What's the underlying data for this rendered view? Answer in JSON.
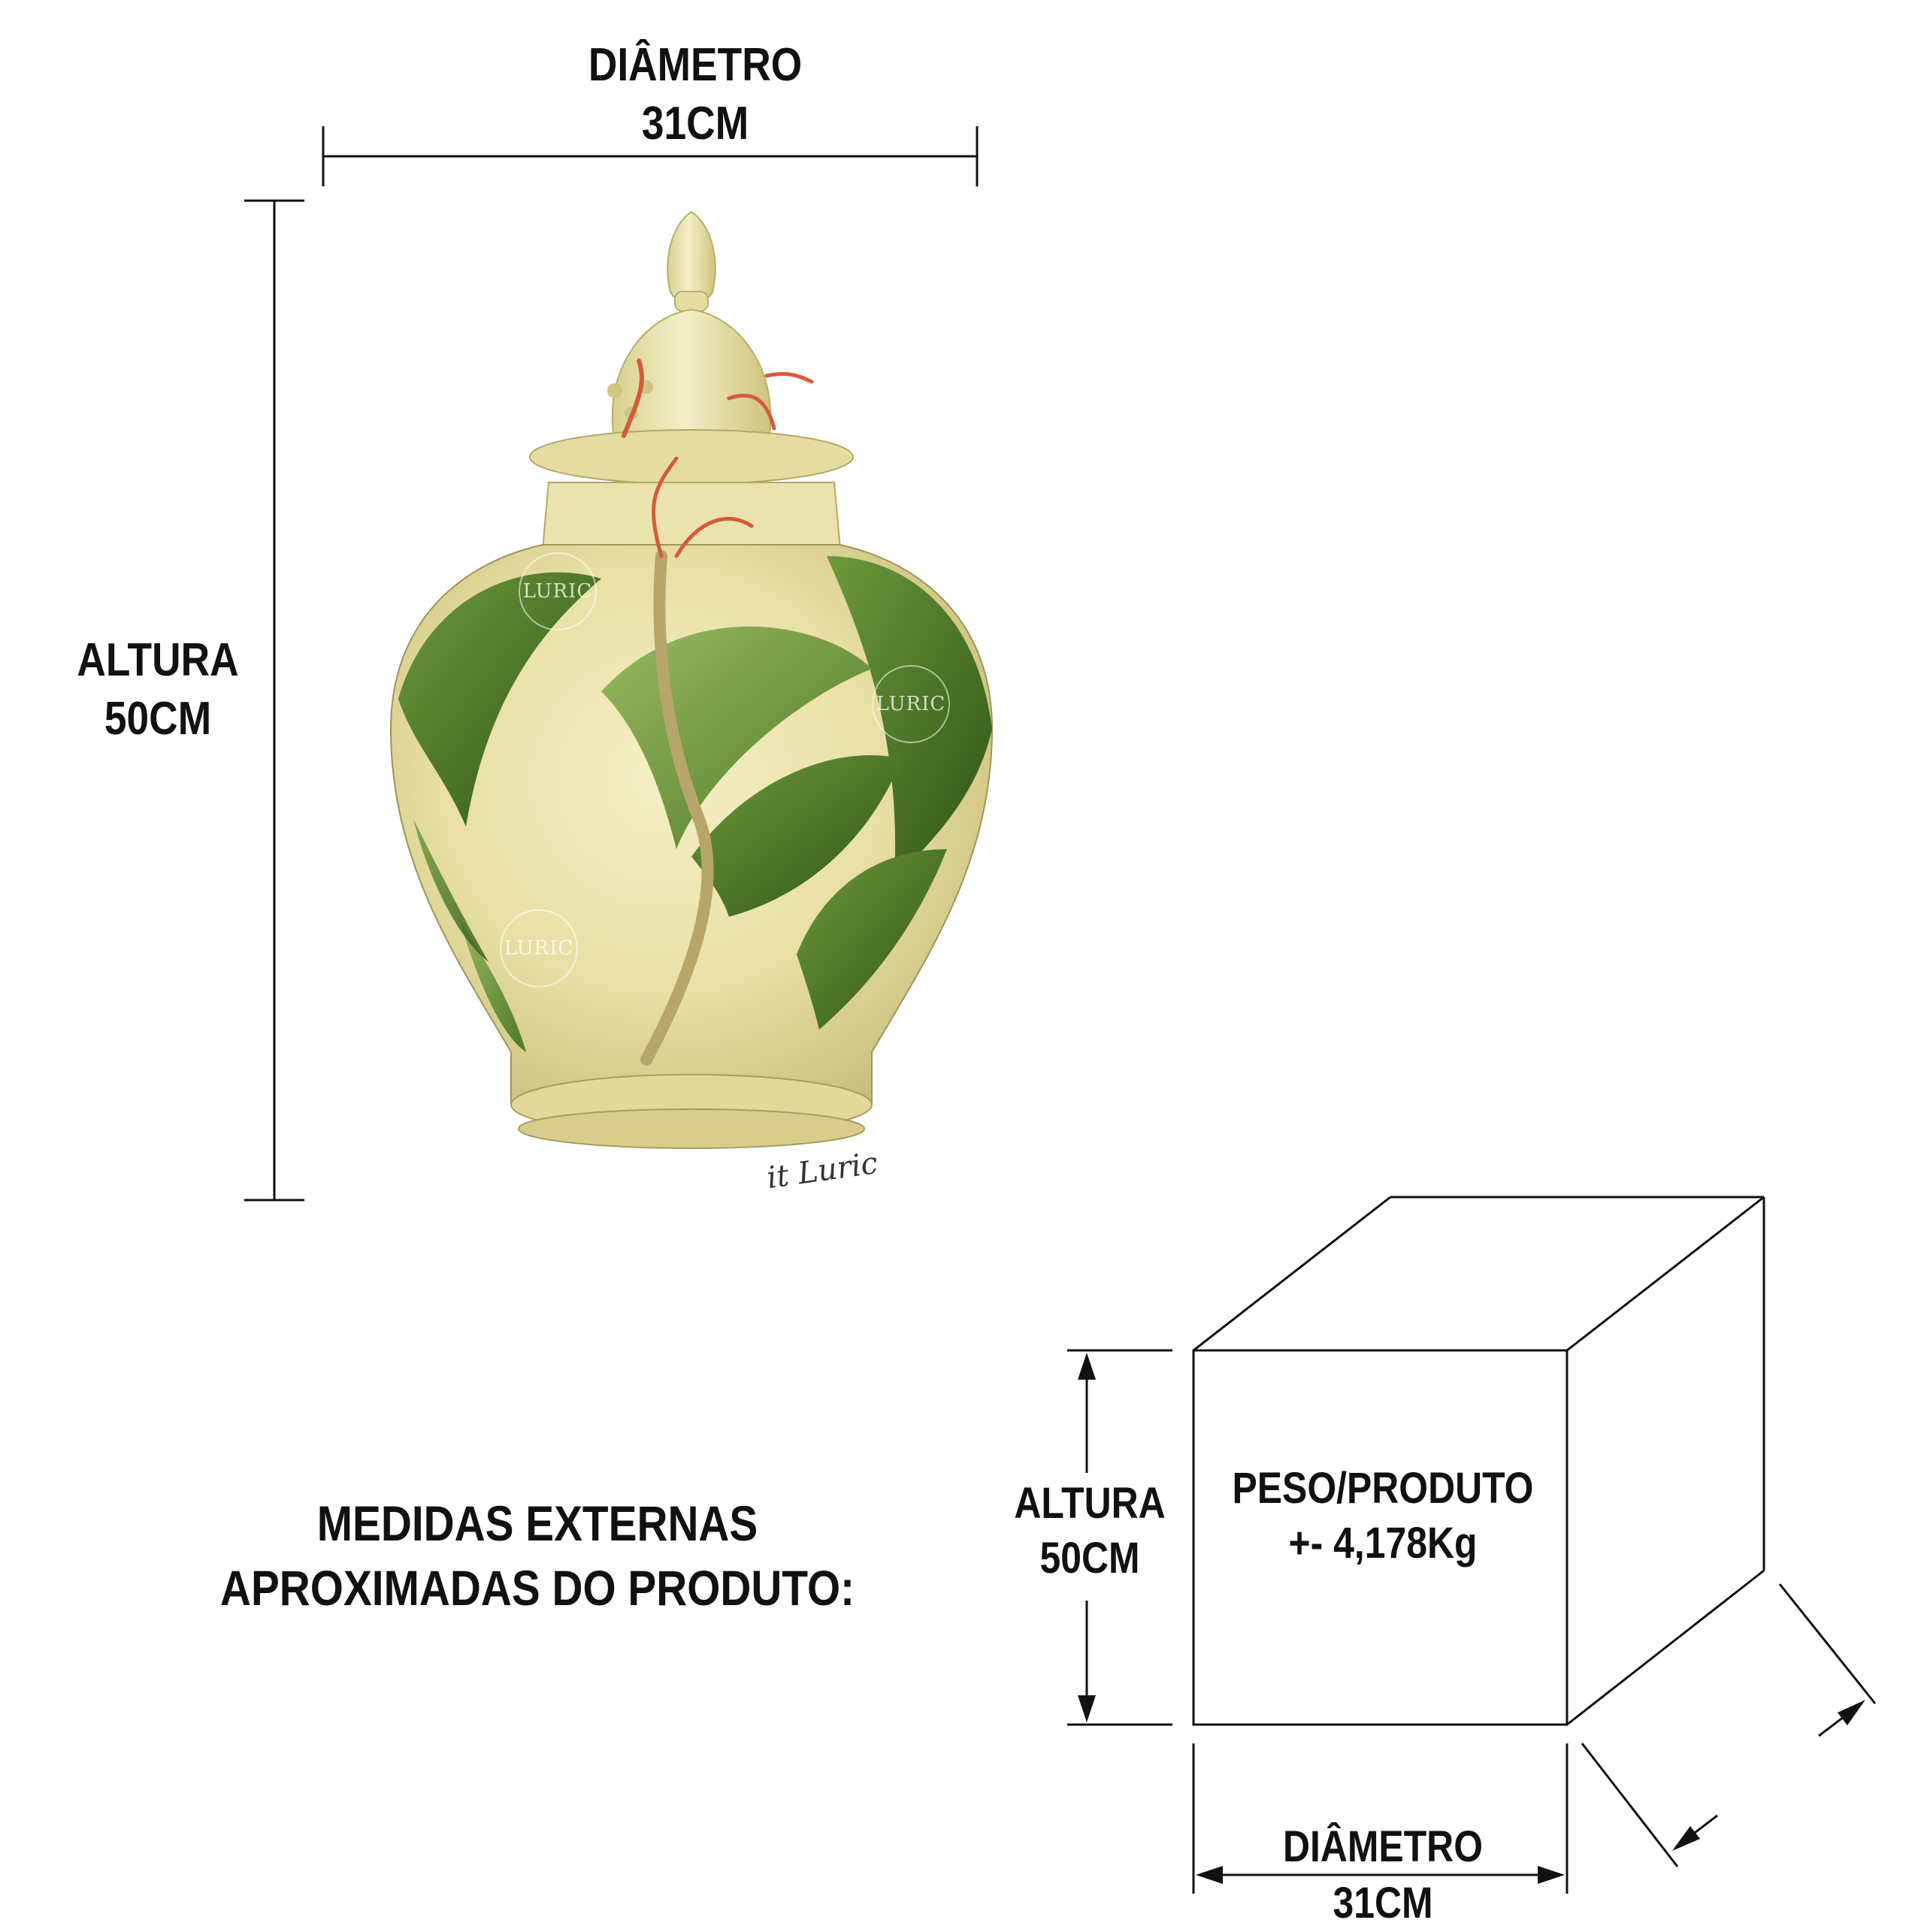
{
  "top_dimension": {
    "line1": "DIÂMETRO",
    "line2": "31CM"
  },
  "left_dimension": {
    "line1": "ALTURA",
    "line2": "50CM"
  },
  "caption": {
    "line1": "MEDIDAS EXTERNAS",
    "line2": "APROXIMADAS DO PRODUTO:"
  },
  "box": {
    "height_label_line1": "ALTURA",
    "height_label_line2": "50CM",
    "weight_line1": "PESO/PRODUTO",
    "weight_line2": "+- 4,178Kg",
    "diameter_label_line1": "DIÂMETRO",
    "diameter_label_line2": "31CM"
  },
  "brand": {
    "signature": "it Luric",
    "watermark": "LURIC"
  },
  "colors": {
    "line": "#111111",
    "vase_cream": "#eee8b0",
    "vase_green_dark": "#3f6a1e",
    "vase_green_light": "#7ea64a",
    "vase_accent_red": "#d65a3a"
  }
}
